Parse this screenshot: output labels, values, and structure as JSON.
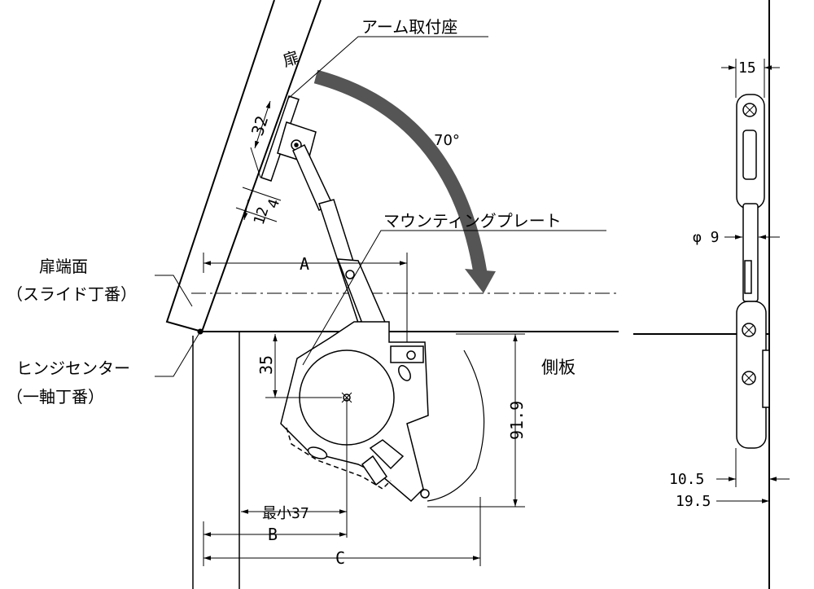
{
  "labels": {
    "door": "扉",
    "arm_mount": "アーム取付座",
    "angle": "70°",
    "mounting_plate": "マウンティングプレート",
    "door_face_line1": "扉端面",
    "door_face_line2": "（スライド丁番）",
    "hinge_center_line1": "ヒンジセンター",
    "hinge_center_line2": "（一軸丁番）",
    "side_panel": "側板"
  },
  "dimensions": {
    "d32": "32",
    "d4": "4",
    "d12": "12",
    "A": "A",
    "d35": "35",
    "d91_9": "91.9",
    "min37": "最小37",
    "B": "B",
    "C": "C",
    "d15": "15",
    "phi9": "φ 9",
    "d10_5": "10.5",
    "d19_5": "19.5"
  }
}
